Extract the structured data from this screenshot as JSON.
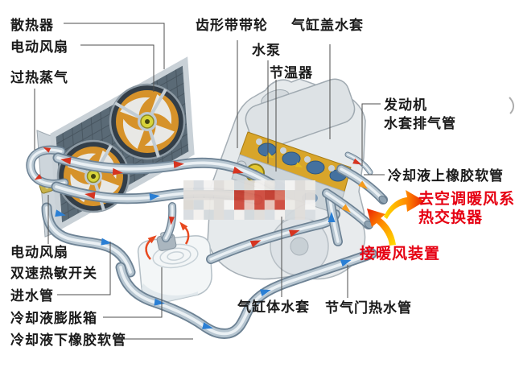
{
  "figure": {
    "labels": {
      "radiator": "散热器",
      "electric_fan_top": "电动风扇",
      "superheated_steam": "过热蒸气",
      "toothed_belt_pulley": "齿形带带轮",
      "cylinder_head_water_jacket": "气缸盖水套",
      "water_pump": "水泵",
      "thermostat": "节温器",
      "engine": "发动机",
      "water_jacket_exhaust_pipe": "水套排气管",
      "coolant_upper_rubber_hose": "冷却液上橡胶软管",
      "to_ac_heater_line1": "去空调暖风系",
      "to_ac_heater_line2": "热交换器",
      "connect_heater_device": "接暖风装置",
      "electric_fan_bottom": "电动风扇",
      "dual_speed_thermal_switch": "双速热敏开关",
      "water_inlet_pipe": "进水管",
      "coolant_expansion_tank": "冷却液膨胀箱",
      "coolant_lower_rubber_hose": "冷却液下橡胶软管",
      "cylinder_block_water_jacket": "气缸体水套",
      "throttle_hot_water_pipe": "节气门热水管"
    },
    "colors": {
      "label_text": "#1a1a1a",
      "highlight_text": "#e60012",
      "hot_flow_arrow": "#d63420",
      "cold_flow_arrow": "#2b7fd4",
      "warm_flow_arrow": "#f59b1e",
      "pipe_metal": "#8fa5b5",
      "radiator_core": "#5a6a76",
      "fan_blade_backing": "#d6922a",
      "fan_hub": "#d7d43b",
      "engine_body": "#e6eaec",
      "head_cutaway_gold": "#d8a52a",
      "coolant_blue": "#44719f",
      "tank_body": "#f3f6f7"
    }
  }
}
